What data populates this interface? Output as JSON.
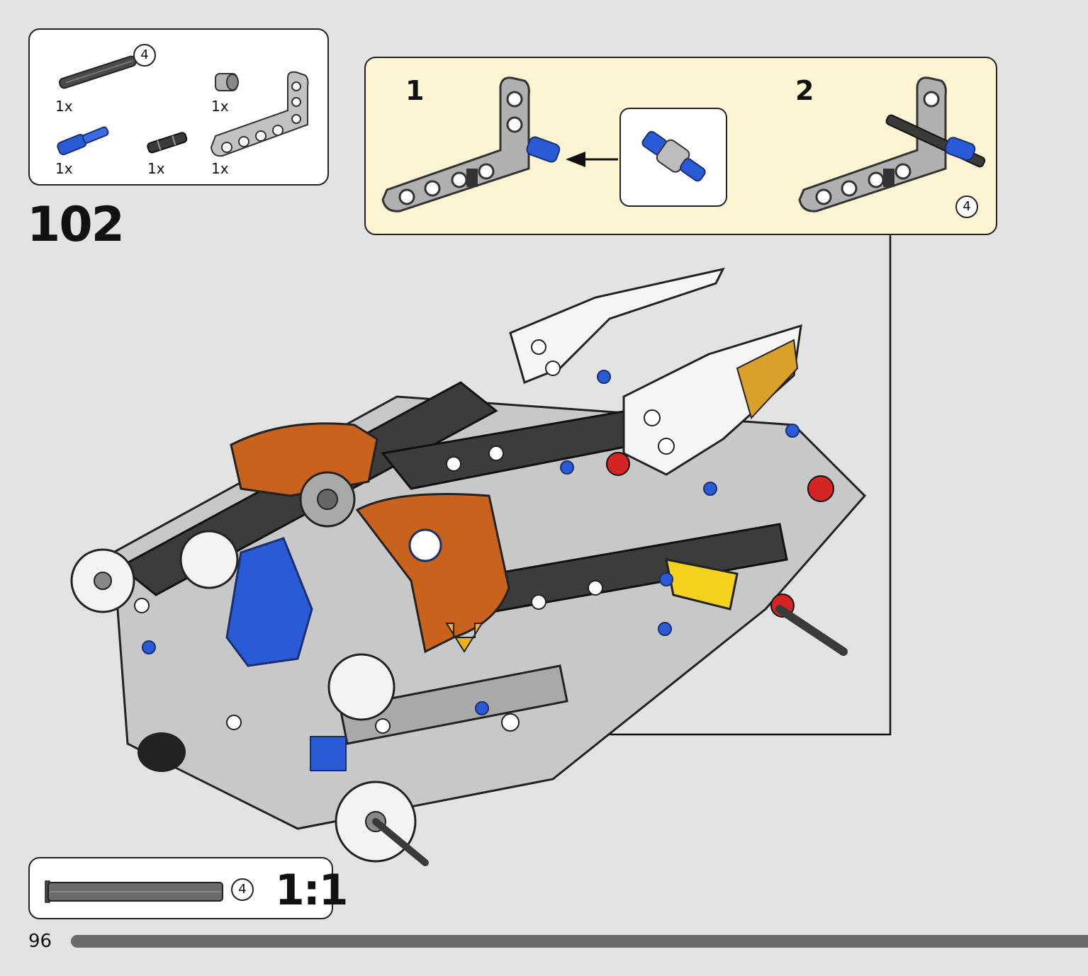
{
  "step": {
    "number": "102"
  },
  "parts_list": {
    "items": [
      {
        "name": "dark-gray-axle",
        "qty": "1x",
        "callout": "4"
      },
      {
        "name": "light-gray-bush",
        "qty": "1x"
      },
      {
        "name": "blue-axle-pin",
        "qty": "1x"
      },
      {
        "name": "black-pin",
        "qty": "1x"
      },
      {
        "name": "light-gray-L-beam",
        "qty": "1x"
      }
    ]
  },
  "sub_assembly": {
    "step1_label": "1",
    "step2_label": "2",
    "step2_callout": "4"
  },
  "scale": {
    "callout": "4",
    "ratio": "1:1"
  },
  "page": {
    "number": "96"
  },
  "colors": {
    "background": "#e3e3e3",
    "subassembly_bg": "#fcf4d2",
    "orange": "#c9621c",
    "blue": "#2a5bd7",
    "dark_gray": "#3c3c3c",
    "light_gray": "#a9a9a9",
    "red": "#d42424",
    "yellow": "#f2d21c",
    "progress": "#6b6b6b"
  }
}
